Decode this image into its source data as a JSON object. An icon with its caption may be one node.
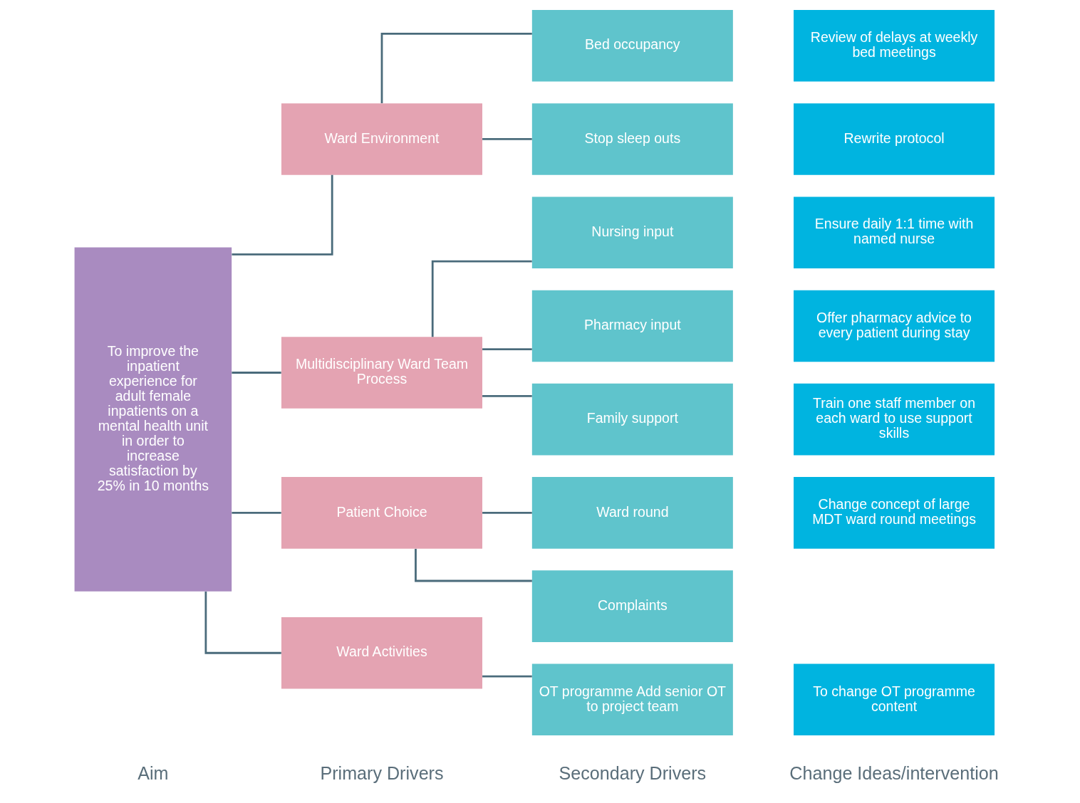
{
  "diagram": {
    "nodes": [
      {
        "text": [
          "To improve the inpatient experience for adult female inpatients on a mental health unit in order to increase satisfaction by 25% in 10 months"
        ]
      },
      {
        "text": [
          "Ward Environment"
        ]
      },
      {
        "text": [
          "Multidisciplinary Ward Team Process"
        ]
      },
      {
        "text": [
          "Patient Choice"
        ]
      },
      {
        "text": [
          "Ward Activities"
        ]
      },
      {
        "text": [
          "Bed occupancy"
        ]
      },
      {
        "text": [
          "Stop sleep outs"
        ]
      },
      {
        "text": [
          "Nursing input"
        ]
      },
      {
        "text": [
          "Pharmacy input"
        ]
      },
      {
        "text": [
          "Family support"
        ]
      },
      {
        "text": [
          "Ward round"
        ]
      },
      {
        "text": [
          "Complaints"
        ]
      },
      {
        "text": [
          "OT programme Add senior OT to project team"
        ]
      },
      {
        "text": [
          "Review of delays at weekly bed meetings"
        ]
      },
      {
        "text": [
          "Rewrite protocol"
        ]
      },
      {
        "text": [
          "Ensure daily 1:1 time with named nurse"
        ]
      },
      {
        "text": [
          "Offer pharmacy advice to every patient during stay"
        ]
      },
      {
        "text": [
          "Train one staff member on each ward to use support skills"
        ]
      },
      {
        "text": [
          "Change concept of large MDT ward round meetings"
        ]
      },
      {
        "text": [
          "To change OT programme content"
        ]
      }
    ],
    "edges": [
      {
        "from": 0,
        "to": 1,
        "arrow": "none"
      },
      {
        "from": 0,
        "to": 2,
        "arrow": "none"
      },
      {
        "from": 0,
        "to": 3,
        "arrow": "none"
      },
      {
        "from": 0,
        "to": 4,
        "arrow": "none"
      },
      {
        "from": 1,
        "to": 5,
        "arrow": "none"
      },
      {
        "from": 1,
        "to": 6,
        "arrow": "none"
      },
      {
        "from": 2,
        "to": 7,
        "arrow": "none"
      },
      {
        "from": 2,
        "to": 8,
        "arrow": "none"
      },
      {
        "from": 2,
        "to": 9,
        "arrow": "none"
      },
      {
        "from": 3,
        "to": 10,
        "arrow": "none"
      },
      {
        "from": 3,
        "to": 11,
        "arrow": "none"
      },
      {
        "from": 4,
        "to": 12,
        "arrow": "none"
      }
    ],
    "labels": [
      "Aim",
      "Primary Drivers",
      "Secondary Drivers",
      "Change Ideas/intervention"
    ]
  }
}
